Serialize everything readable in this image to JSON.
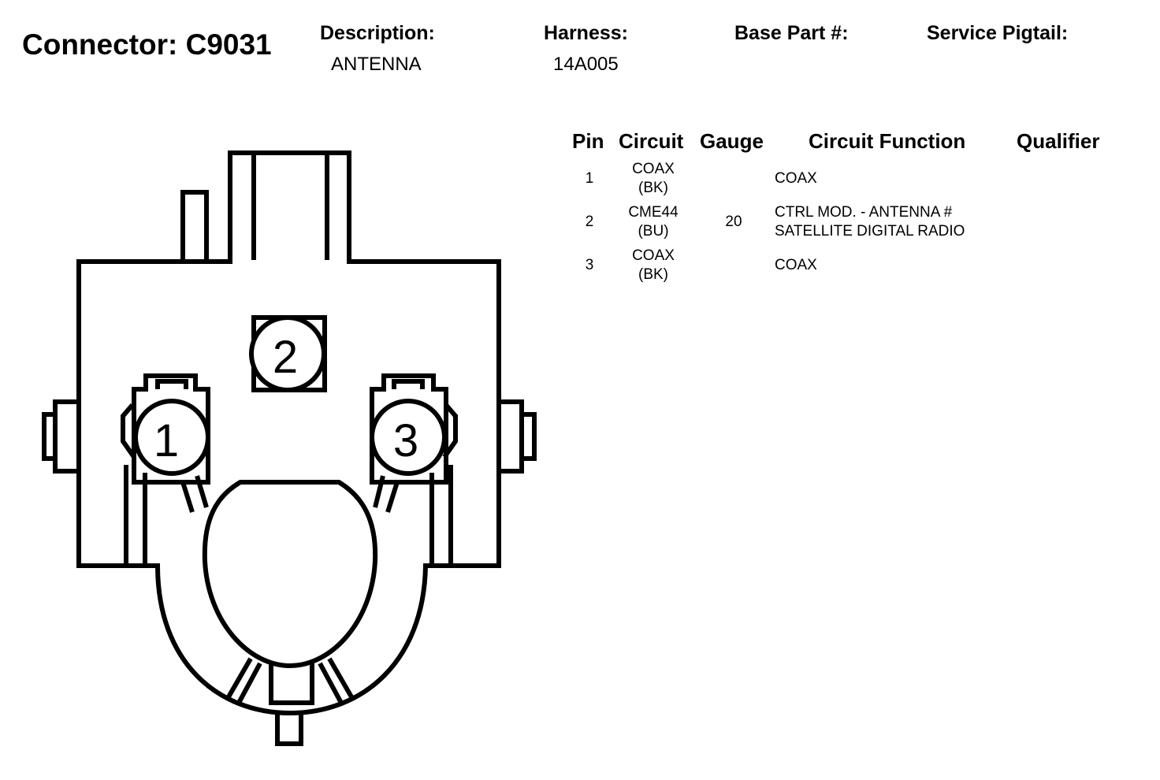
{
  "header": {
    "connector": "Connector: C9031",
    "description_label": "Description:",
    "description_value": "ANTENNA",
    "harness_label": "Harness:",
    "harness_value": "14A005",
    "base_part_label": "Base Part #:",
    "base_part_value": "",
    "service_pigtail_label": "Service Pigtail:",
    "service_pigtail_value": ""
  },
  "table": {
    "columns": [
      "Pin",
      "Circuit",
      "Gauge",
      "Circuit Function",
      "Qualifier"
    ],
    "rows": [
      {
        "pin": "1",
        "circuit": "COAX",
        "color": "(BK)",
        "gauge": "",
        "function1": "COAX",
        "function2": "",
        "qualifier": ""
      },
      {
        "pin": "2",
        "circuit": "CME44",
        "color": "(BU)",
        "gauge": "20",
        "function1": "CTRL MOD. - ANTENNA #",
        "function2": "SATELLITE DIGITAL RADIO",
        "qualifier": ""
      },
      {
        "pin": "3",
        "circuit": "COAX",
        "color": "(BK)",
        "gauge": "",
        "function1": "COAX",
        "function2": "",
        "qualifier": ""
      }
    ]
  },
  "diagram": {
    "pins": [
      "1",
      "2",
      "3"
    ]
  }
}
